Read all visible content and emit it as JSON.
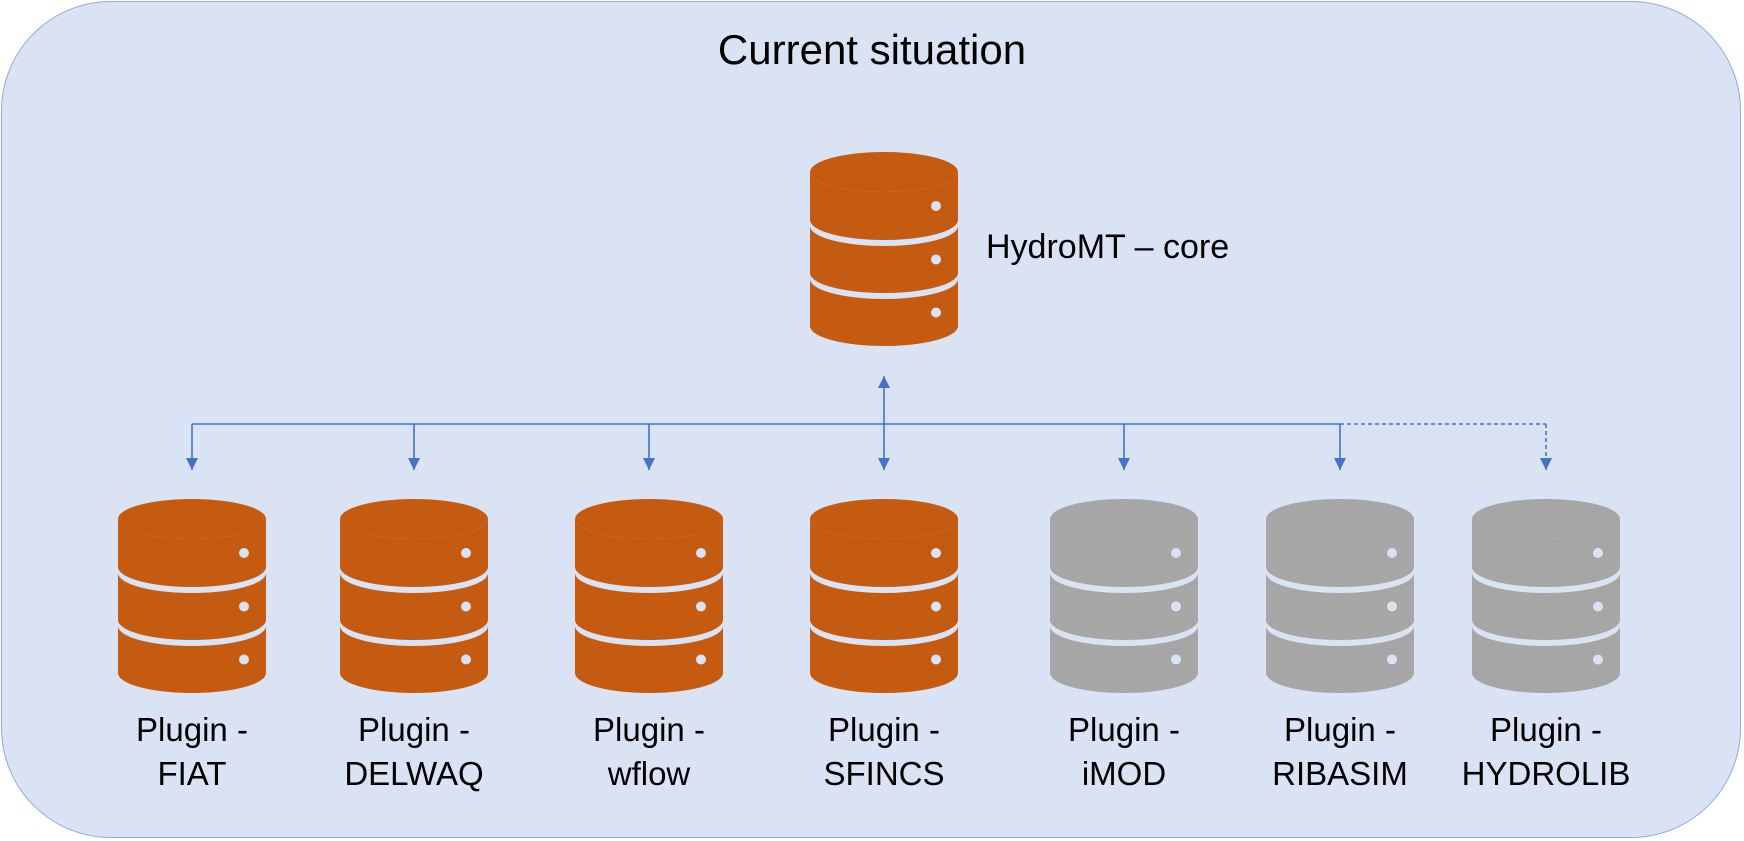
{
  "title": "Current situation",
  "core": {
    "label": "HydroMT – core",
    "color": "#c55a11"
  },
  "colors": {
    "panel_fill": "#dae3f3",
    "panel_border": "#8faadc",
    "connector": "#4472c4",
    "active_plugin": "#c55a11",
    "inactive_plugin": "#a6a6a6",
    "disk_band": "#dae3f3"
  },
  "plugins": [
    {
      "line1": "Plugin -",
      "line2": "FIAT",
      "status": "active",
      "connector": "solid"
    },
    {
      "line1": "Plugin -",
      "line2": "DELWAQ",
      "status": "active",
      "connector": "solid"
    },
    {
      "line1": "Plugin -",
      "line2": "wflow",
      "status": "active",
      "connector": "solid"
    },
    {
      "line1": "Plugin -",
      "line2": "SFINCS",
      "status": "active",
      "connector": "solid"
    },
    {
      "line1": "Plugin -",
      "line2": "iMOD",
      "status": "inactive",
      "connector": "solid"
    },
    {
      "line1": "Plugin -",
      "line2": "RIBASIM",
      "status": "inactive",
      "connector": "solid"
    },
    {
      "line1": "Plugin -",
      "line2": "HYDROLIB",
      "status": "inactive",
      "connector": "dashed"
    }
  ],
  "icons": {
    "database": "database-icon",
    "arrow": "arrow-icon"
  }
}
